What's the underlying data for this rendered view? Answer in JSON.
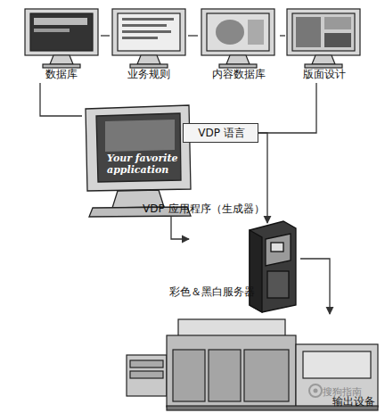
{
  "diagram": {
    "nodes": [
      {
        "text": [
          "数据库"
        ]
      },
      {
        "text": [
          "业务规则"
        ]
      },
      {
        "text": [
          "内容数据库"
        ]
      },
      {
        "text": [
          "版面设计"
        ]
      },
      {
        "text": [
          "Your favorite application",
          "VDP 应用程序（生成器）"
        ]
      },
      {
        "text": [
          "VDP 语言"
        ],
        "in": 4
      },
      {
        "text": [
          "彩色＆黑白服务器"
        ]
      },
      {
        "text": [
          "输出设备"
        ]
      }
    ],
    "edges": [
      {
        "from": 0,
        "to": 1,
        "arrow": "none"
      },
      {
        "from": 1,
        "to": 2,
        "arrow": "none"
      },
      {
        "from": 2,
        "to": 3,
        "arrow": "none"
      },
      {
        "from": 0,
        "to": 4,
        "arrow": "none"
      },
      {
        "from": 3,
        "to": 5,
        "arrow": "none"
      },
      {
        "from": 5,
        "to": 6,
        "arrow": "to"
      },
      {
        "from": 4,
        "to": 6,
        "arrow": "to"
      },
      {
        "from": 6,
        "to": 7,
        "arrow": "to"
      }
    ],
    "labels": [
      "搜狗指南"
    ]
  }
}
